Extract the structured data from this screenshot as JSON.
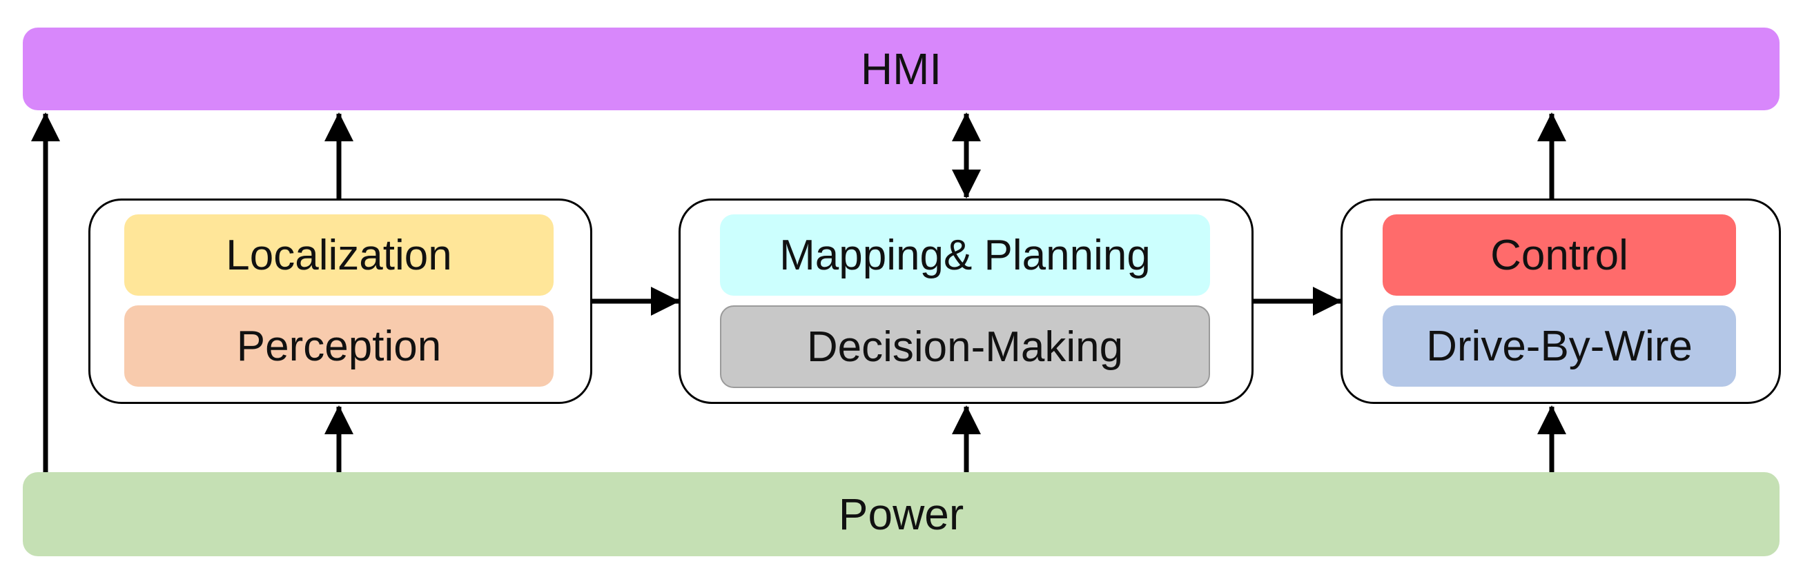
{
  "hmi": {
    "label": "HMI"
  },
  "power": {
    "label": "Power"
  },
  "groups": {
    "sensing": {
      "top_label": "Localization",
      "bottom_label": "Perception"
    },
    "planning": {
      "top_label": "Mapping& Planning",
      "bottom_label": "Decision-Making"
    },
    "actuation": {
      "top_label": "Control",
      "bottom_label": "Drive-By-Wire"
    }
  },
  "colors": {
    "hmi": "#d887fb",
    "power": "#c5e0b4",
    "localization": "#ffe699",
    "perception": "#f8cbad",
    "mapping_planning": "#ccfffe",
    "decision_making": "#c8c8c8",
    "control": "#ff6b6b",
    "drive_by_wire": "#b4c7e7",
    "arrows": "#000000"
  }
}
